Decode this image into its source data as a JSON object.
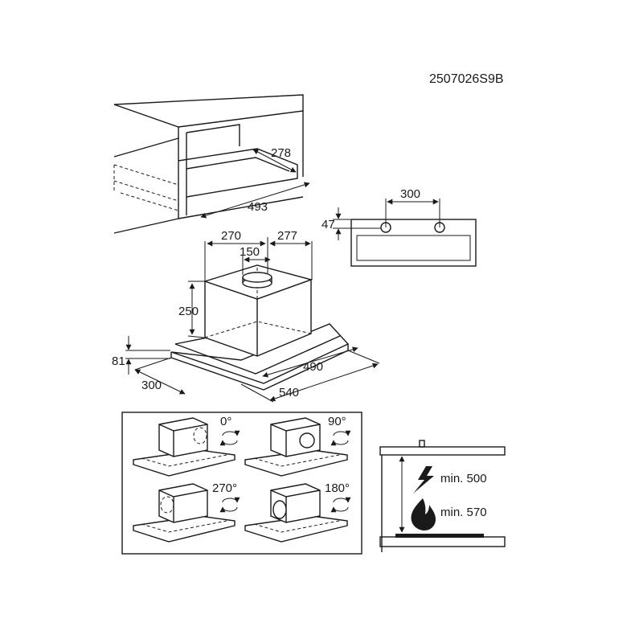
{
  "code": "2507026S9B",
  "cabinet": {
    "dim_depth": "278",
    "dim_width": "493"
  },
  "front_view": {
    "dim_spacing": "300",
    "dim_height": "47"
  },
  "hood": {
    "dim_left": "270",
    "dim_right": "277",
    "dim_outlet": "150",
    "dim_box_height": "250",
    "dim_frame_height": "81",
    "dim_depth": "300",
    "dim_inner_width": "490",
    "dim_outer_width": "540"
  },
  "orientations": [
    {
      "label": "0°"
    },
    {
      "label": "90°"
    },
    {
      "label": "270°"
    },
    {
      "label": "180°"
    }
  ],
  "clearance": {
    "electric": "min. 500",
    "gas": "min. 570"
  },
  "colors": {
    "ink": "#1a1a1a",
    "background": "#ffffff"
  },
  "icons": [
    "rotate-arrows-icon",
    "lightning-icon",
    "flame-icon"
  ]
}
